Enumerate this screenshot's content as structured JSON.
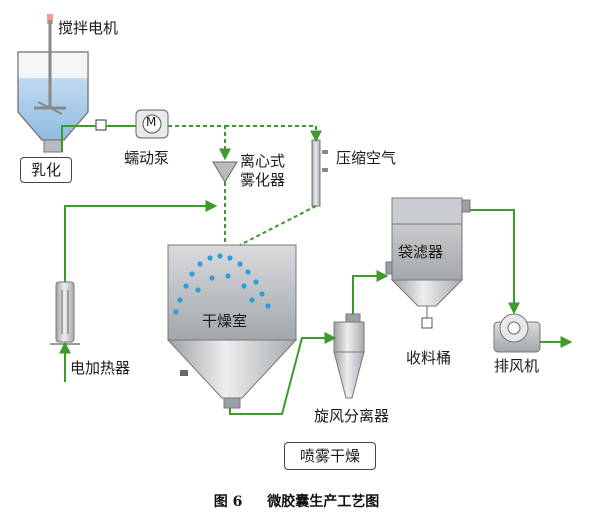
{
  "diagram": {
    "labels": {
      "motor": "搅拌电机",
      "emulsify": "乳化",
      "pump": "蠕动泵",
      "atomizer_line1": "离心式",
      "atomizer_line2": "雾化器",
      "compressed_air": "压缩空气",
      "bag_filter": "袋滤器",
      "dryer": "干燥室",
      "heater": "电加热器",
      "collector": "收料桶",
      "fan": "排风机",
      "cyclone": "旋风分离器",
      "spray_drying": "喷雾干燥"
    },
    "caption": {
      "number": "图 6",
      "title": "微胶囊生产工艺图"
    },
    "pump_symbol": "M",
    "colors": {
      "pipe": "#3d9a2b",
      "vessel_light": "#e9eaeb",
      "vessel_mid": "#bfc2c5",
      "vessel_dark": "#8f9397",
      "liquid": "#a9cbe8",
      "particle": "#2f9ed8",
      "accent": "#f0a090"
    }
  }
}
